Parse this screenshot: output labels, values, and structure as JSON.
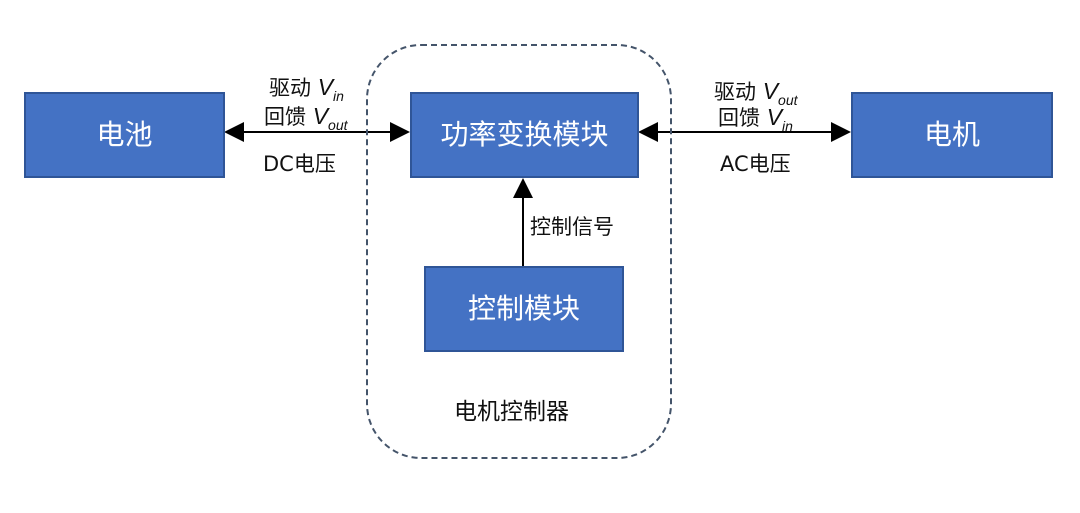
{
  "boxes": {
    "battery": "电池",
    "power_module": "功率变换模块",
    "motor": "电机",
    "control_module": "控制模块"
  },
  "controller_label": "电机控制器",
  "left_link": {
    "drive_prefix": "驱动",
    "drive_var": "V",
    "drive_sub": "in",
    "feedback_prefix": "回馈",
    "feedback_var": "V",
    "feedback_sub": "out",
    "voltage": "DC电压"
  },
  "right_link": {
    "drive_prefix": "驱动",
    "drive_var": "V",
    "drive_sub": "out",
    "feedback_prefix": "回馈",
    "feedback_var": "V",
    "feedback_sub": "in",
    "voltage": "AC电压"
  },
  "control_signal_label": "控制信号"
}
